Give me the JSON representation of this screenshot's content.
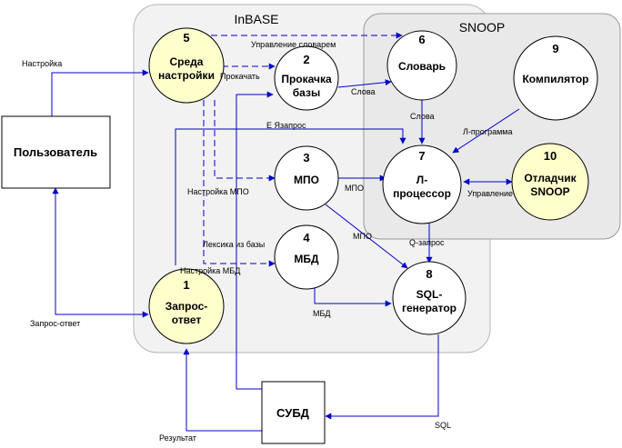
{
  "colors": {
    "edge": "#0000cc",
    "highlight_node": "#ffffcc",
    "node": "#ffffff",
    "group_fill_inbase": "#f2f2f2",
    "group_fill_snoop": "#e9e9e9"
  },
  "groups": {
    "inbase": "InBASE",
    "snoop": "SNOOP"
  },
  "boxes": {
    "user": "Пользователь",
    "dbms": "СУБД"
  },
  "nodes": [
    {
      "id": "n1",
      "num": "1",
      "lines": [
        "Запрос-",
        "ответ"
      ],
      "highlight": true
    },
    {
      "id": "n2",
      "num": "2",
      "lines": [
        "Прокачка",
        "базы"
      ],
      "highlight": false
    },
    {
      "id": "n3",
      "num": "3",
      "lines": [
        "МПО"
      ],
      "highlight": false
    },
    {
      "id": "n4",
      "num": "4",
      "lines": [
        "МБД"
      ],
      "highlight": false
    },
    {
      "id": "n5",
      "num": "5",
      "lines": [
        "Среда",
        "настройки"
      ],
      "highlight": true
    },
    {
      "id": "n6",
      "num": "6",
      "lines": [
        "Словарь"
      ],
      "highlight": false
    },
    {
      "id": "n7",
      "num": "7",
      "lines": [
        "Л-",
        "процессор"
      ],
      "highlight": false
    },
    {
      "id": "n8",
      "num": "8",
      "lines": [
        "SQL-",
        "генератор"
      ],
      "highlight": false
    },
    {
      "id": "n9",
      "num": "9",
      "lines": [
        "Компилятор"
      ],
      "highlight": false
    },
    {
      "id": "n10",
      "num": "10",
      "lines": [
        "Отладчик",
        "SNOOP"
      ],
      "highlight": true
    }
  ],
  "edge_labels": {
    "nastroika": "Настройка",
    "upravlenie_slovarem": "Управление словарем",
    "prokachat": "Прокачать",
    "slova_2_6": "Слова",
    "slova_6_7": "Слова",
    "e_zapros": "Е Язапрос",
    "l_programma": "Л-программа",
    "nastroika_mpo": "Настройка МПО",
    "mpo_3_7": "МПО",
    "upravlenie": "Управление",
    "mpo_3_8": "МПО",
    "q_zapros": "Q-запрос",
    "leksika": "Лексика из базы",
    "nastroika_mbd": "Настройка МБД",
    "zapros_otvet": "Запрос-ответ",
    "mbd": "МБД",
    "rezultat": "Результат",
    "sql": "SQL"
  }
}
